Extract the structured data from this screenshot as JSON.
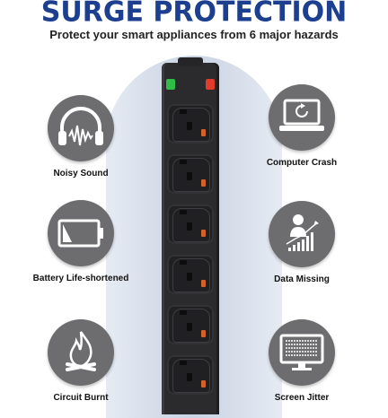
{
  "header": {
    "title": "SURGE PROTECTION",
    "subtitle": "Protect your smart appliances from 6 major hazards"
  },
  "hazards": [
    {
      "label": "Noisy Sound",
      "icon": "headphones-soundwave-icon"
    },
    {
      "label": "Computer Crash",
      "icon": "laptop-reload-icon"
    },
    {
      "label": "Battery Life-shortened",
      "icon": "battery-low-icon"
    },
    {
      "label": "Data Missing",
      "icon": "person-chart-icon"
    },
    {
      "label": "Circuit Burnt",
      "icon": "fire-icon"
    },
    {
      "label": "Screen Jitter",
      "icon": "monitor-icon"
    }
  ],
  "colors": {
    "title": "#1d3f8f",
    "icon_circle": "#6d6d6f",
    "strip": "#2b2b2e",
    "led_green": "#2fbf46",
    "led_red": "#e03b2b"
  }
}
